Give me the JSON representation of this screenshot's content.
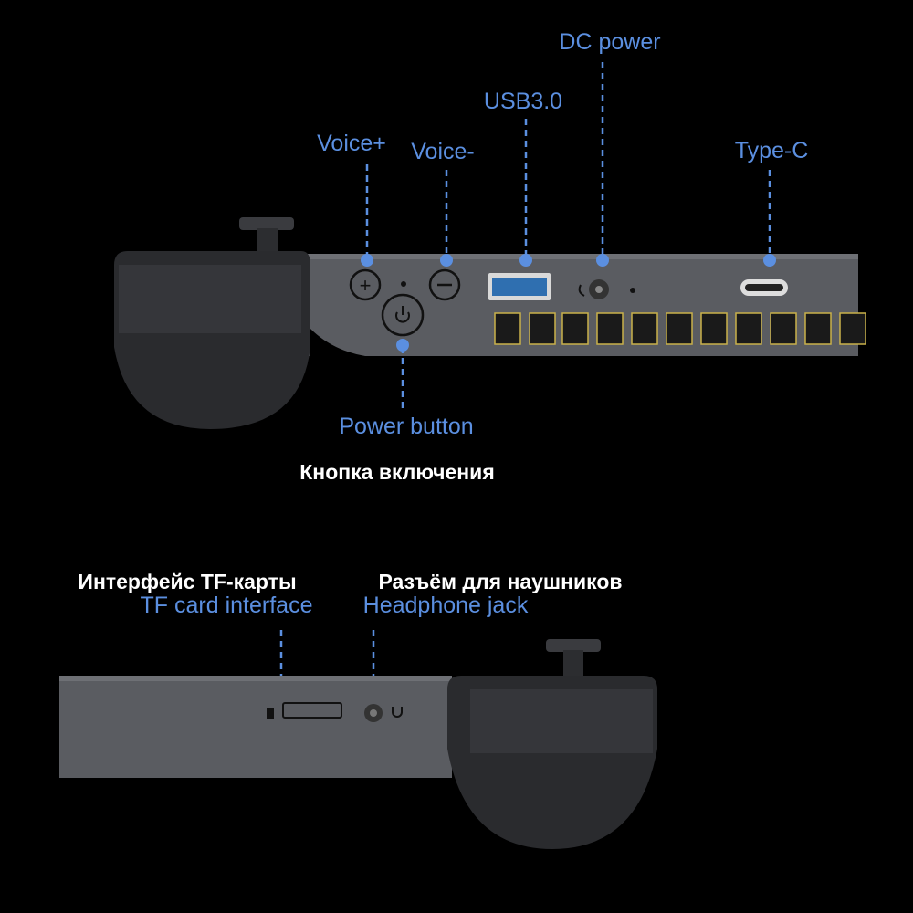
{
  "top_device": {
    "labels": {
      "dc_power": "DC power",
      "usb": "USB3.0",
      "voice_plus": "Voice+",
      "voice_minus": "Voice-",
      "type_c": "Type-C",
      "power_button": "Power button"
    },
    "power_button_ru": "Кнопка включения"
  },
  "bottom_device": {
    "tf_card_ru": "Интерфейс TF-карты",
    "tf_card": "TF card interface",
    "headphone_ru": "Разъём для наушников",
    "headphone": "Headphone jack"
  },
  "colors": {
    "label": "#5b8fe0",
    "body": "#5a5c61",
    "grip": "#2a2b2e",
    "vent": "#c9b14a"
  }
}
